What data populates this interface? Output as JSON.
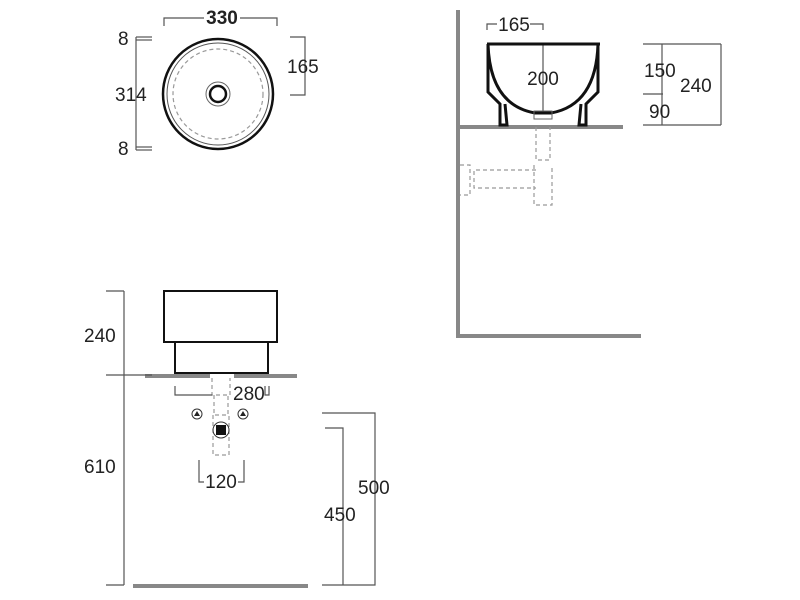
{
  "top_view": {
    "width": "330",
    "depth": "314",
    "rim_top": "8",
    "rim_bottom": "8",
    "half_width": "165"
  },
  "side_view": {
    "half_width": "165",
    "depth": "200",
    "bowl_height": "150",
    "total_height": "240",
    "foot_height": "90"
  },
  "front_view": {
    "height": "240",
    "base_width": "280",
    "counter_height": "610",
    "outlet_spacing": "120",
    "height_500": "500",
    "height_450": "450"
  }
}
